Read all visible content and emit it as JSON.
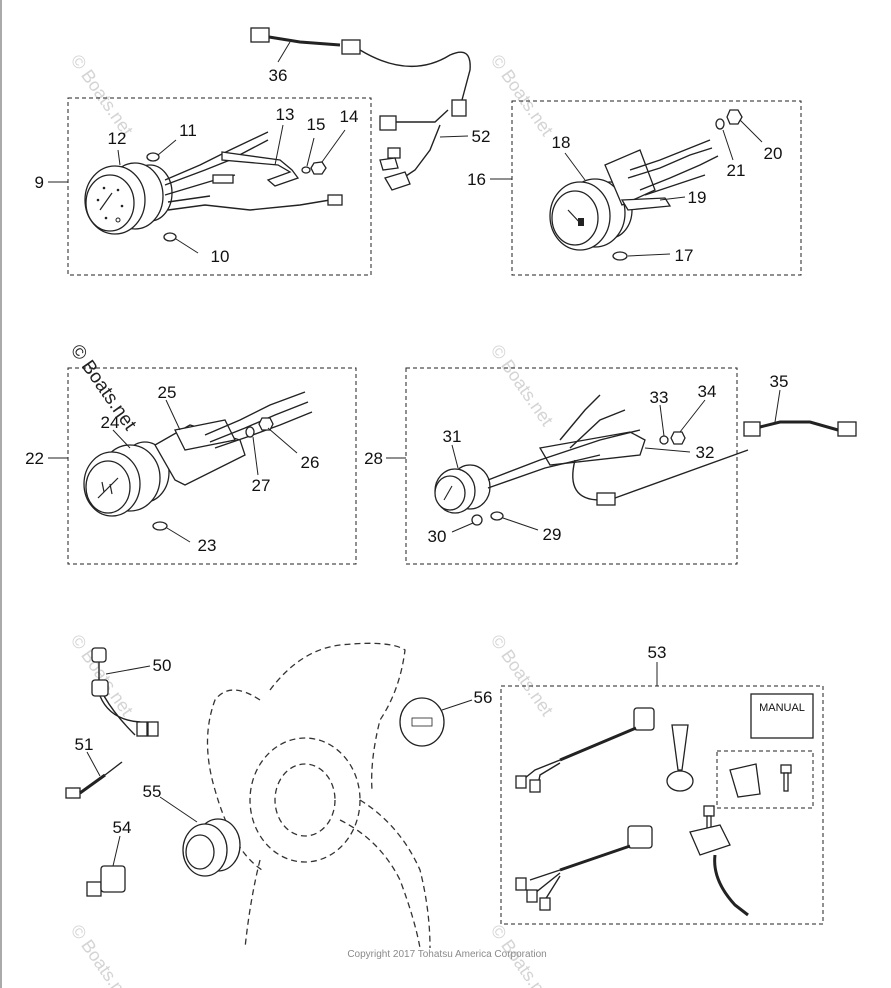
{
  "watermark": "© Boats.net",
  "copyright": "Copyright 2017 Tohatsu America Corporation",
  "manual_label": "MANUAL",
  "callouts": [
    "9",
    "10",
    "11",
    "12",
    "13",
    "14",
    "15",
    "16",
    "17",
    "18",
    "19",
    "20",
    "21",
    "22",
    "23",
    "24",
    "25",
    "26",
    "27",
    "28",
    "29",
    "30",
    "31",
    "32",
    "33",
    "34",
    "35",
    "36",
    "50",
    "51",
    "52",
    "53",
    "54",
    "55",
    "56"
  ]
}
